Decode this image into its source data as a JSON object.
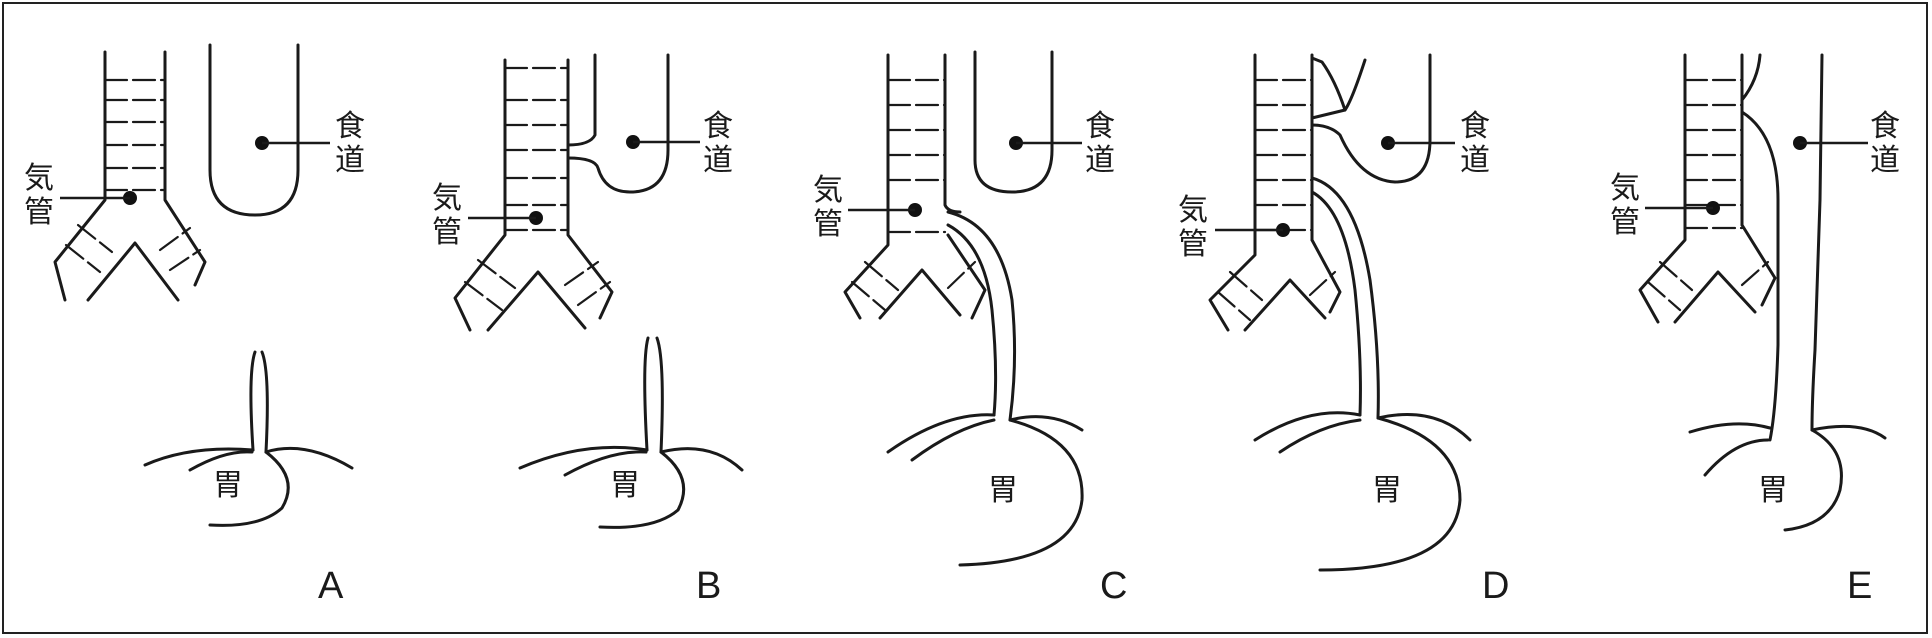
{
  "labels": {
    "trachea": [
      "気",
      "管"
    ],
    "esophagus": [
      "食",
      "道"
    ],
    "stomach": "胃"
  },
  "panels": [
    {
      "letter": "A"
    },
    {
      "letter": "B"
    },
    {
      "letter": "C"
    },
    {
      "letter": "D"
    },
    {
      "letter": "E"
    }
  ],
  "colors": {
    "line": "#1a1a1a",
    "background": "#ffffff"
  }
}
